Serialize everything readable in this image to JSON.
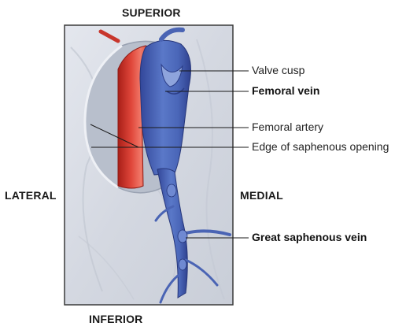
{
  "orientation": {
    "superior": "SUPERIOR",
    "inferior": "INFERIOR",
    "lateral": "LATERAL",
    "medial": "MEDIAL"
  },
  "labels": {
    "valve_cusp": "Valve cusp",
    "femoral_vein": "Femoral vein",
    "femoral_artery": "Femoral artery",
    "edge_saphenous_opening": "Edge of saphenous opening",
    "great_saphenous_vein": "Great saphenous vein"
  },
  "colors": {
    "artery": "#d8392f",
    "vein": "#4a64b4",
    "fascia": "#d6dae2",
    "frame": "#3a3a3a"
  }
}
